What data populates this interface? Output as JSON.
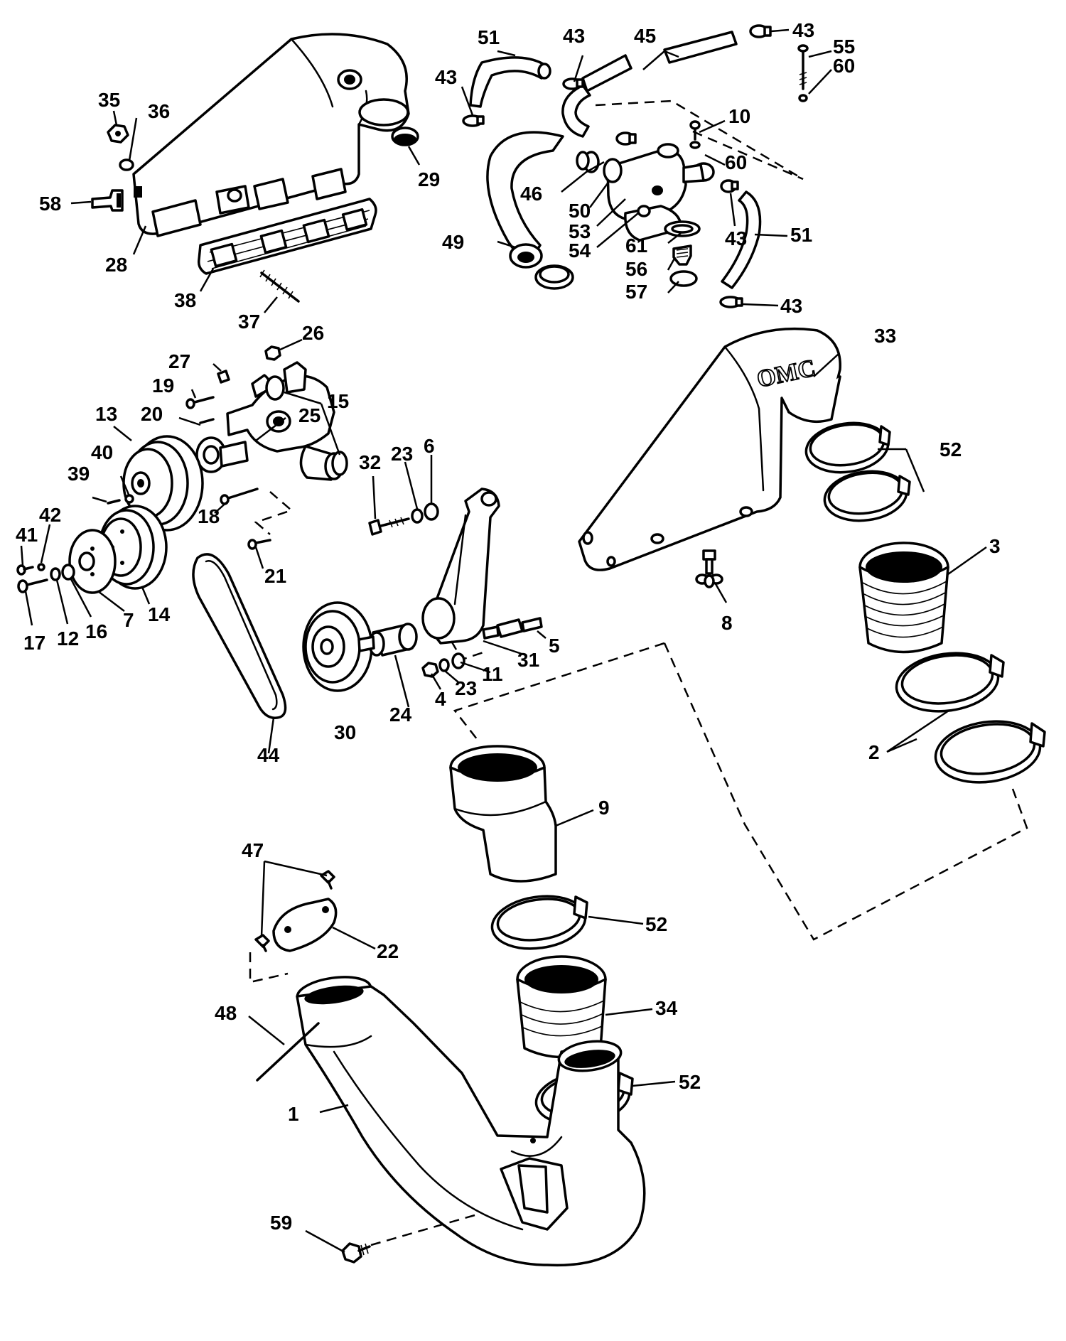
{
  "callouts": [
    {
      "id": "c1",
      "label": "1"
    },
    {
      "id": "c2",
      "label": "2"
    },
    {
      "id": "c3",
      "label": "3"
    },
    {
      "id": "c4",
      "label": "4"
    },
    {
      "id": "c5",
      "label": "5"
    },
    {
      "id": "c6",
      "label": "6"
    },
    {
      "id": "c7",
      "label": "7"
    },
    {
      "id": "c8",
      "label": "8"
    },
    {
      "id": "c9",
      "label": "9"
    },
    {
      "id": "c10",
      "label": "10"
    },
    {
      "id": "c11",
      "label": "11"
    },
    {
      "id": "c12",
      "label": "12"
    },
    {
      "id": "c13",
      "label": "13"
    },
    {
      "id": "c14",
      "label": "14"
    },
    {
      "id": "c15",
      "label": "15"
    },
    {
      "id": "c16",
      "label": "16"
    },
    {
      "id": "c17",
      "label": "17"
    },
    {
      "id": "c18",
      "label": "18"
    },
    {
      "id": "c19",
      "label": "19"
    },
    {
      "id": "c20",
      "label": "20"
    },
    {
      "id": "c21",
      "label": "21"
    },
    {
      "id": "c22",
      "label": "22"
    },
    {
      "id": "c23a",
      "label": "23"
    },
    {
      "id": "c23b",
      "label": "23"
    },
    {
      "id": "c24",
      "label": "24"
    },
    {
      "id": "c25",
      "label": "25"
    },
    {
      "id": "c26",
      "label": "26"
    },
    {
      "id": "c27",
      "label": "27"
    },
    {
      "id": "c28",
      "label": "28"
    },
    {
      "id": "c29",
      "label": "29"
    },
    {
      "id": "c30",
      "label": "30"
    },
    {
      "id": "c31",
      "label": "31"
    },
    {
      "id": "c32",
      "label": "32"
    },
    {
      "id": "c33",
      "label": "33"
    },
    {
      "id": "c34",
      "label": "34"
    },
    {
      "id": "c35",
      "label": "35"
    },
    {
      "id": "c36",
      "label": "36"
    },
    {
      "id": "c37",
      "label": "37"
    },
    {
      "id": "c38",
      "label": "38"
    },
    {
      "id": "c39",
      "label": "39"
    },
    {
      "id": "c40",
      "label": "40"
    },
    {
      "id": "c41",
      "label": "41"
    },
    {
      "id": "c42",
      "label": "42"
    },
    {
      "id": "c43a",
      "label": "43"
    },
    {
      "id": "c43b",
      "label": "43"
    },
    {
      "id": "c43c",
      "label": "43"
    },
    {
      "id": "c43d",
      "label": "43"
    },
    {
      "id": "c43e",
      "label": "43"
    },
    {
      "id": "c44",
      "label": "44"
    },
    {
      "id": "c45",
      "label": "45"
    },
    {
      "id": "c46",
      "label": "46"
    },
    {
      "id": "c47",
      "label": "47"
    },
    {
      "id": "c48",
      "label": "48"
    },
    {
      "id": "c49",
      "label": "49"
    },
    {
      "id": "c50",
      "label": "50"
    },
    {
      "id": "c51a",
      "label": "51"
    },
    {
      "id": "c51b",
      "label": "51"
    },
    {
      "id": "c52a",
      "label": "52"
    },
    {
      "id": "c52b",
      "label": "52"
    },
    {
      "id": "c52c",
      "label": "52"
    },
    {
      "id": "c53",
      "label": "53"
    },
    {
      "id": "c54",
      "label": "54"
    },
    {
      "id": "c55",
      "label": "55"
    },
    {
      "id": "c56",
      "label": "56"
    },
    {
      "id": "c57",
      "label": "57"
    },
    {
      "id": "c58",
      "label": "58"
    },
    {
      "id": "c59",
      "label": "59"
    },
    {
      "id": "c60a",
      "label": "60"
    },
    {
      "id": "c60b",
      "label": "60"
    },
    {
      "id": "c61",
      "label": "61"
    }
  ],
  "logo_text": "OMC"
}
